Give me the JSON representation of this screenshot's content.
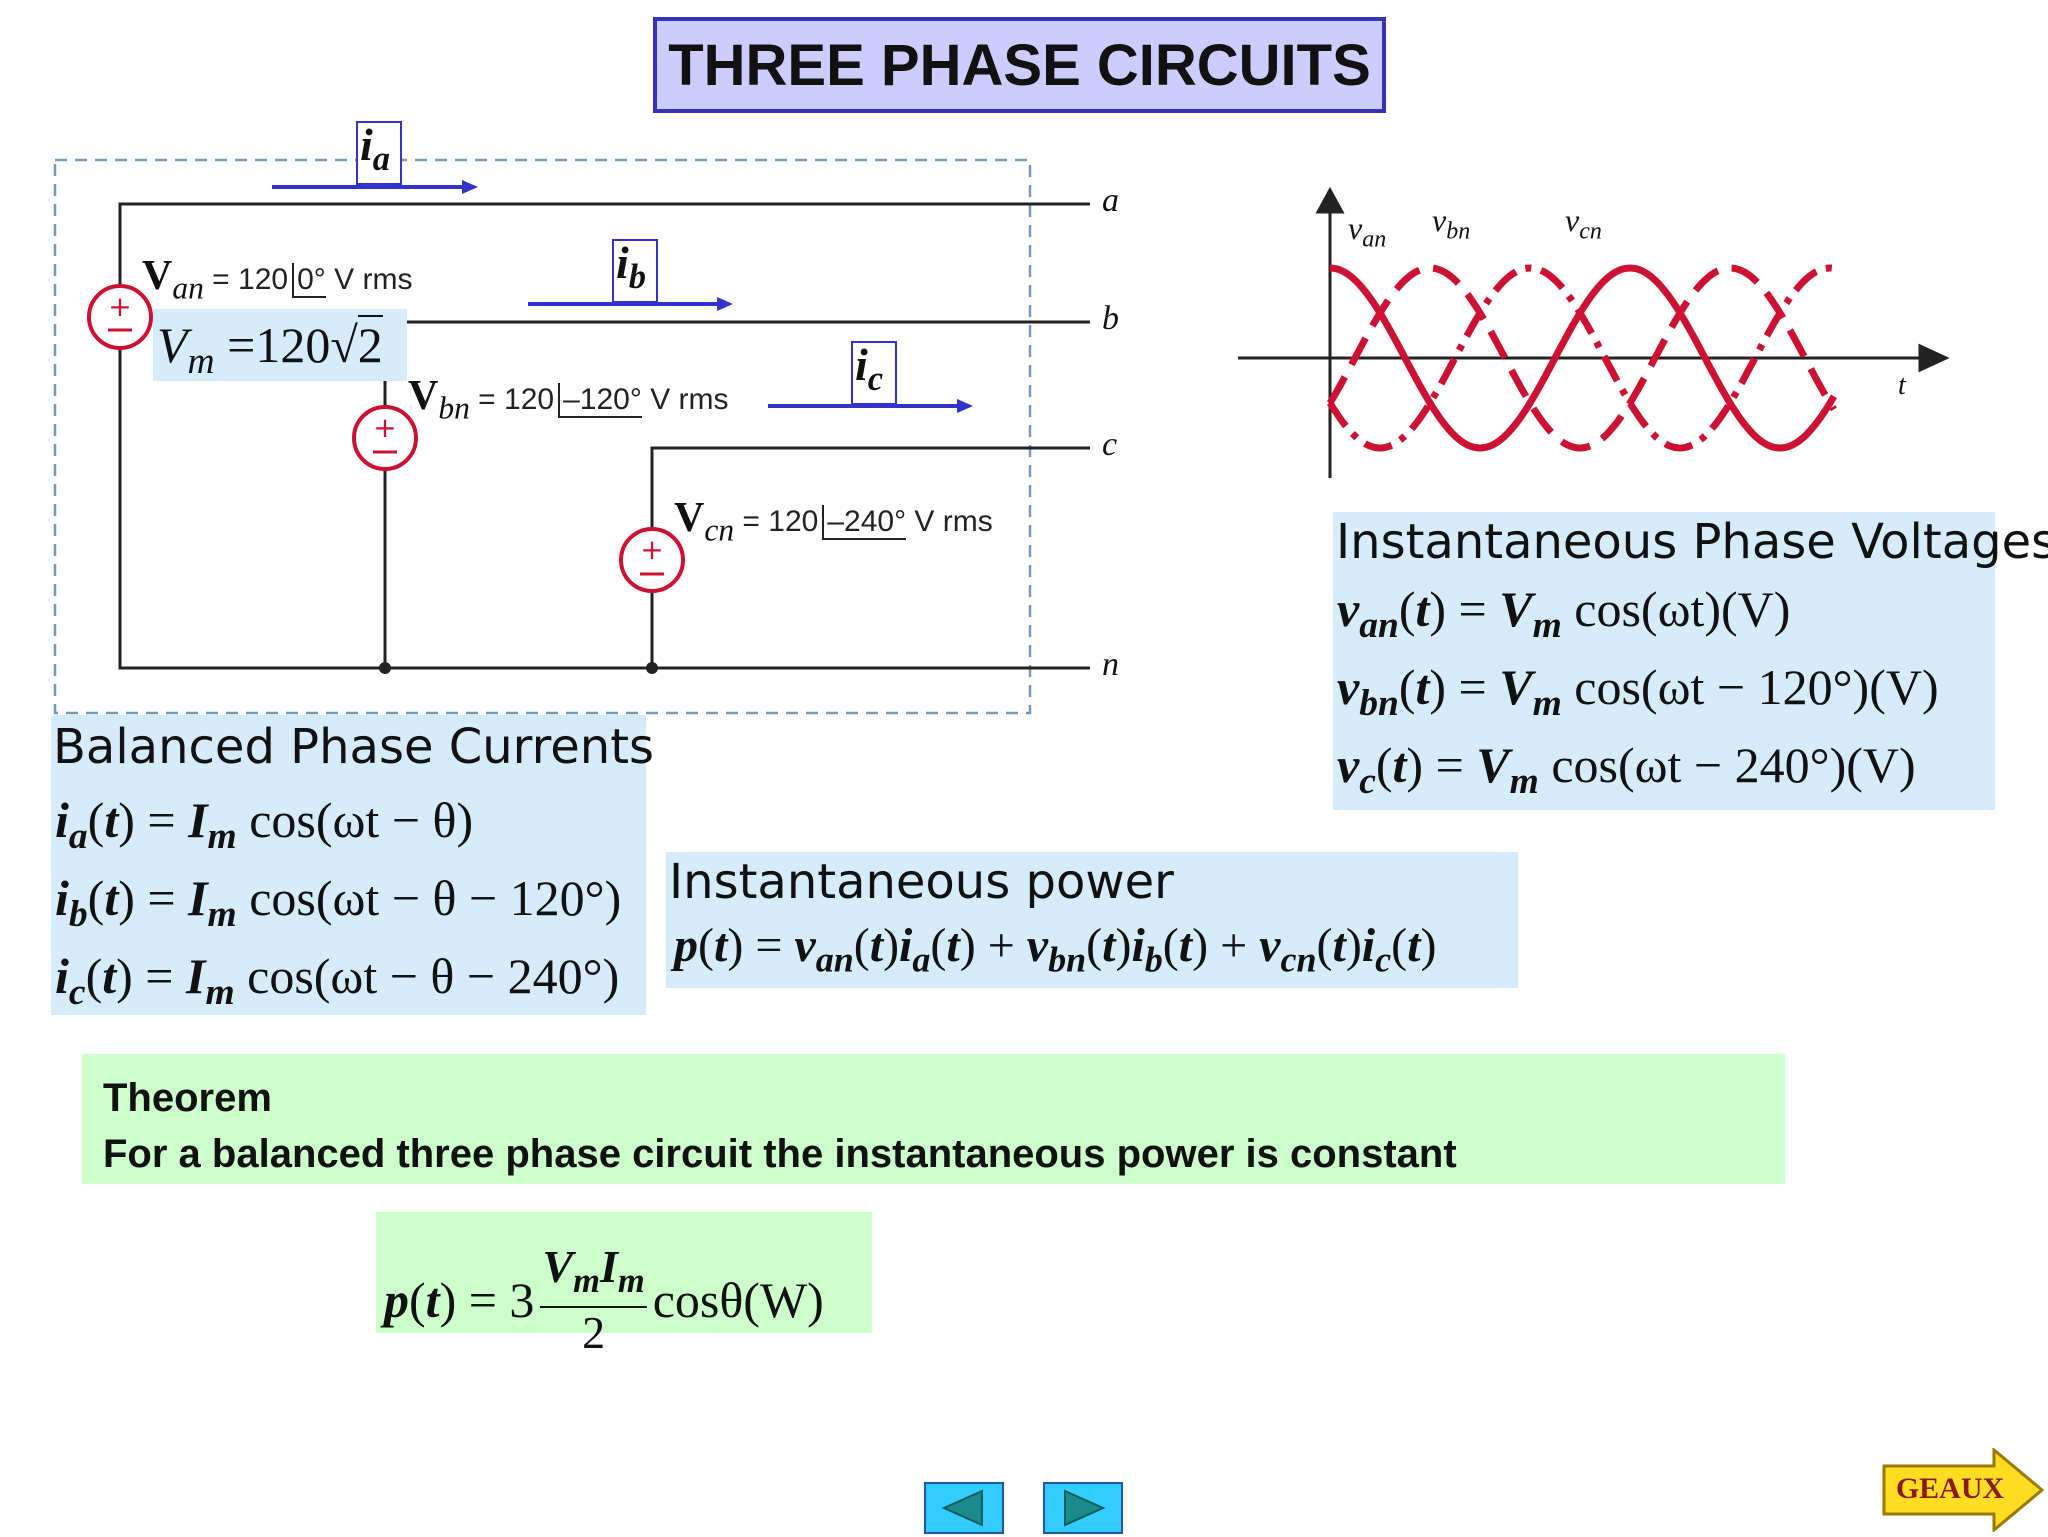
{
  "slide": {
    "title": "THREE PHASE CIRCUITS"
  },
  "circuit": {
    "current_labels": {
      "a": "a",
      "b": "b",
      "c": "c",
      "base": "i"
    },
    "node_labels": [
      "a",
      "b",
      "c",
      "n"
    ],
    "van_text": " = 120",
    "van_angle": "0°",
    "van_unit": "V rms",
    "vbn_text": " = 120",
    "vbn_angle": "–120°",
    "vbn_unit": "V rms",
    "vcn_text": " = 120",
    "vcn_angle": "–240°",
    "vcn_unit": "V rms",
    "vm_value": "120",
    "vm_root": "2"
  },
  "waveform": {
    "labels": [
      "v",
      "v",
      "v"
    ],
    "subs": [
      "an",
      "bn",
      "cn"
    ],
    "t_label": "t",
    "color": "#cc1133"
  },
  "voltages": {
    "heading": "Instantaneous Phase Voltages",
    "eq1": {
      "lhs": "an",
      "rhs": "cos(ωt)(V)"
    },
    "eq2": {
      "lhs": "bn",
      "rhs": "cos(ωt − 120°)(V)"
    },
    "eq3": {
      "lhs": "c",
      "rhs": "cos(ωt − 240°)(V)"
    }
  },
  "currents": {
    "heading": "Balanced Phase Currents",
    "eq1": {
      "lhs": "a",
      "rhs": "cos(ωt − θ)"
    },
    "eq2": {
      "lhs": "b",
      "rhs": "cos(ωt − θ − 120°)"
    },
    "eq3": {
      "lhs": "c",
      "rhs": "cos(ωt − θ − 240°)"
    }
  },
  "power": {
    "heading": "Instantaneous power"
  },
  "theorem": {
    "title": "Theorem",
    "statement": "For a balanced three phase circuit the instantaneous power is constant"
  },
  "result": {
    "factor": "3",
    "denominator": "2",
    "trail": "cosθ(W)"
  },
  "nav": {
    "geaux_label": "GEAUX"
  },
  "colors": {
    "current_arrow": "#3333cc",
    "wire": "#222222",
    "source": "#cc1133",
    "box_blue": "#d6ecfb",
    "box_green": "#ccffcc"
  }
}
